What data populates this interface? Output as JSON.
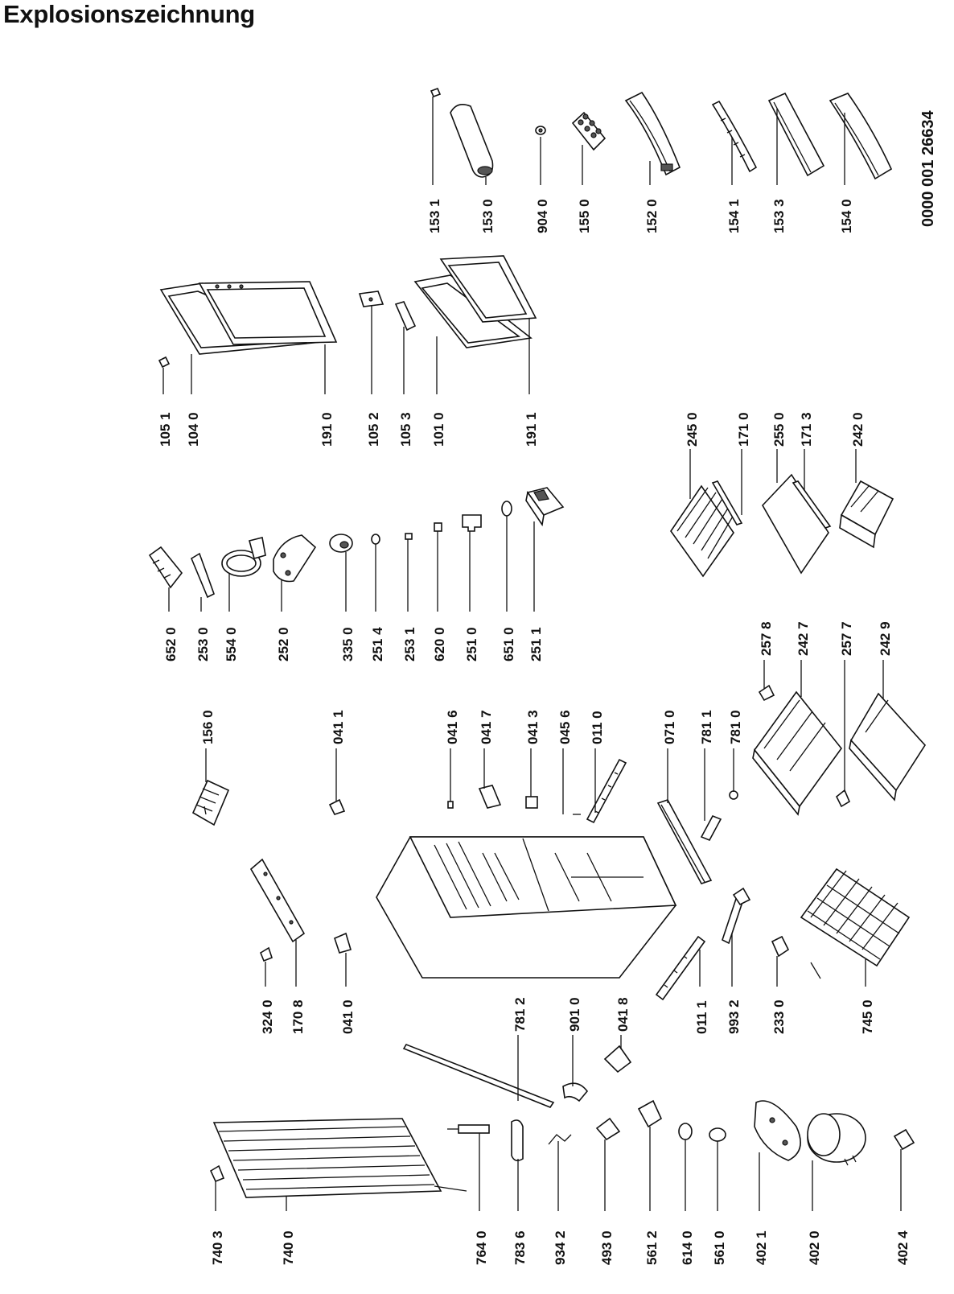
{
  "title": "Explosionszeichnung",
  "document_number": "0000 001 26634",
  "labels": [
    {
      "id": "153-1",
      "text": "153 1"
    },
    {
      "id": "153-0",
      "text": "153 0"
    },
    {
      "id": "904-0",
      "text": "904 0"
    },
    {
      "id": "155-0",
      "text": "155 0"
    },
    {
      "id": "152-0",
      "text": "152 0"
    },
    {
      "id": "154-1",
      "text": "154 1"
    },
    {
      "id": "153-3",
      "text": "153 3"
    },
    {
      "id": "154-0",
      "text": "154 0"
    },
    {
      "id": "105-1",
      "text": "105 1"
    },
    {
      "id": "104-0",
      "text": "104 0"
    },
    {
      "id": "191-0",
      "text": "191 0"
    },
    {
      "id": "105-2",
      "text": "105 2"
    },
    {
      "id": "105-3",
      "text": "105 3"
    },
    {
      "id": "101-0",
      "text": "101 0"
    },
    {
      "id": "191-1",
      "text": "191 1"
    },
    {
      "id": "652-0",
      "text": "652 0"
    },
    {
      "id": "253-0",
      "text": "253 0"
    },
    {
      "id": "554-0",
      "text": "554 0"
    },
    {
      "id": "252-0",
      "text": "252 0"
    },
    {
      "id": "335-0",
      "text": "335 0"
    },
    {
      "id": "251-4",
      "text": "251 4"
    },
    {
      "id": "253-1",
      "text": "253 1"
    },
    {
      "id": "620-0",
      "text": "620 0"
    },
    {
      "id": "251-0",
      "text": "251 0"
    },
    {
      "id": "651-0",
      "text": "651 0"
    },
    {
      "id": "251-1",
      "text": "251 1"
    },
    {
      "id": "245-0",
      "text": "245 0"
    },
    {
      "id": "171-0",
      "text": "171 0"
    },
    {
      "id": "255-0",
      "text": "255 0"
    },
    {
      "id": "171-3",
      "text": "171 3"
    },
    {
      "id": "242-0",
      "text": "242 0"
    },
    {
      "id": "156-0",
      "text": "156 0"
    },
    {
      "id": "041-1",
      "text": "041 1"
    },
    {
      "id": "041-6",
      "text": "041 6"
    },
    {
      "id": "041-7",
      "text": "041 7"
    },
    {
      "id": "041-3",
      "text": "041 3"
    },
    {
      "id": "045-6",
      "text": "045 6"
    },
    {
      "id": "011-0",
      "text": "011 0"
    },
    {
      "id": "071-0",
      "text": "071 0"
    },
    {
      "id": "781-1",
      "text": "781 1"
    },
    {
      "id": "781-0",
      "text": "781 0"
    },
    {
      "id": "257-8",
      "text": "257 8"
    },
    {
      "id": "242-7",
      "text": "242 7"
    },
    {
      "id": "257-7",
      "text": "257 7"
    },
    {
      "id": "242-9",
      "text": "242 9"
    },
    {
      "id": "324-0",
      "text": "324 0"
    },
    {
      "id": "170-8",
      "text": "170 8"
    },
    {
      "id": "041-0",
      "text": "041 0"
    },
    {
      "id": "781-2",
      "text": "781 2"
    },
    {
      "id": "901-0",
      "text": "901 0"
    },
    {
      "id": "041-8",
      "text": "041 8"
    },
    {
      "id": "011-1",
      "text": "011 1"
    },
    {
      "id": "993-2",
      "text": "993 2"
    },
    {
      "id": "233-0",
      "text": "233 0"
    },
    {
      "id": "745-0",
      "text": "745 0"
    },
    {
      "id": "740-3",
      "text": "740 3"
    },
    {
      "id": "740-0",
      "text": "740 0"
    },
    {
      "id": "764-0",
      "text": "764 0"
    },
    {
      "id": "783-6",
      "text": "783 6"
    },
    {
      "id": "934-2",
      "text": "934 2"
    },
    {
      "id": "493-0",
      "text": "493 0"
    },
    {
      "id": "561-2",
      "text": "561 2"
    },
    {
      "id": "614-0",
      "text": "614 0"
    },
    {
      "id": "561-0",
      "text": "561 0"
    },
    {
      "id": "402-1",
      "text": "402 1"
    },
    {
      "id": "402-0",
      "text": "402 0"
    },
    {
      "id": "402-4",
      "text": "402 4"
    }
  ]
}
